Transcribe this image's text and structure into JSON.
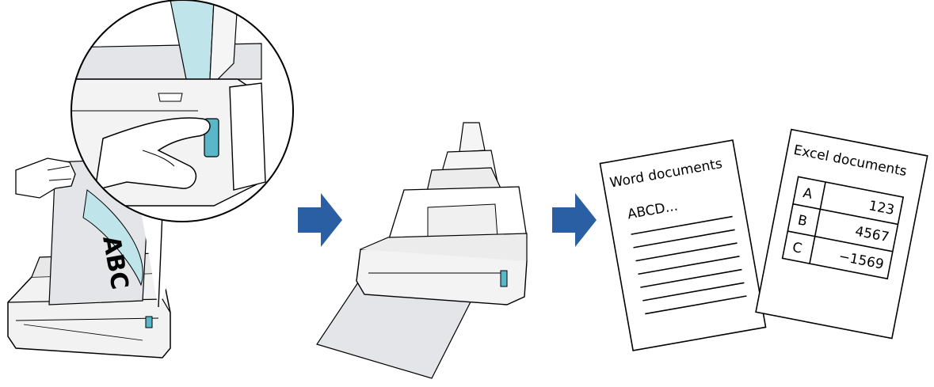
{
  "steps": [
    {
      "id": "load-and-press",
      "icon": "finger-press-scan-button-icon"
    },
    {
      "id": "scanning",
      "icon": "scanner-feeding-icon"
    },
    {
      "id": "output",
      "icon": "documents-output-icon"
    }
  ],
  "word_doc": {
    "title": "Word documents",
    "text": "ABCD..."
  },
  "excel_doc": {
    "title": "Excel documents",
    "rows": [
      {
        "label": "A",
        "value": "123"
      },
      {
        "label": "B",
        "value": "4567"
      },
      {
        "label": "C",
        "value": "−1569"
      }
    ]
  },
  "colors": {
    "arrow": "#2b5fa4",
    "paper_gray": "#e4e5e8",
    "paper_blue": "#bfe4ea",
    "button_blue": "#59b7c8"
  }
}
